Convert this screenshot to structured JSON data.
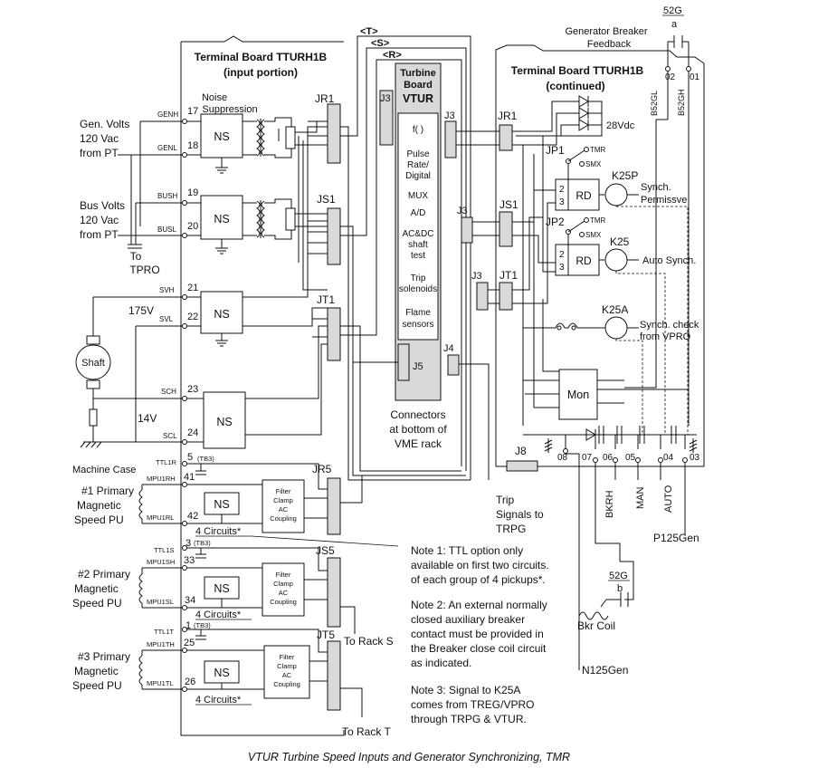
{
  "caption": "VTUR Turbine Speed Inputs and Generator Synchronizing, TMR",
  "boards": {
    "left_title_1": "Terminal Board TTURH1B",
    "left_title_2": "(input portion)",
    "right_title_1": "Terminal Board TTURH1B",
    "right_title_2": "(continued)",
    "vtur_1": "Turbine",
    "vtur_2": "Board",
    "vtur_3": "VTUR"
  },
  "racks": {
    "t": "<T>",
    "s": "<S>",
    "r": "<R>"
  },
  "vtur_functions": [
    "f( )",
    "Pulse",
    "Rate/",
    "Digital",
    "MUX",
    "A/D",
    "AC&DC",
    "shaft",
    "test",
    "Trip",
    "solenoids",
    "Flame",
    "sensors"
  ],
  "connectors": {
    "jr1": "JR1",
    "js1": "JS1",
    "jt1": "JT1",
    "jr5": "JR5",
    "js5": "JS5",
    "jt5": "JT5",
    "j3": "J3",
    "j4": "J4",
    "j5": "J5",
    "j8": "J8"
  },
  "ns_label": "NS",
  "noise_1": "Noise",
  "noise_2": "Suppression",
  "gen_volts": [
    "Gen. Volts",
    "120 Vac",
    "from PT"
  ],
  "bus_volts": [
    "Bus Volts",
    "120 Vac",
    "from PT"
  ],
  "to_tpro": [
    "To",
    "TPRO"
  ],
  "v175": "175V",
  "v14": "14V",
  "shaft": "Shaft",
  "machine_case": "Machine Case",
  "signals": {
    "genh": "GENH",
    "genl": "GENL",
    "bush": "BUSH",
    "busl": "BUSL",
    "svh": "SVH",
    "svl": "SVL",
    "sch": "SCH",
    "scl": "SCL",
    "ttl1r": "TTL1R",
    "mpu1rh": "MPU1RH",
    "mpu1rl": "MPU1RL",
    "ttl1s": "TTL1S",
    "mpu1sh": "MPU1SH",
    "mpu1sl": "MPU1SL",
    "ttl1t": "TTL1T",
    "mpu1th": "MPU1TH",
    "mpu1tl": "MPU1TL"
  },
  "terminals": {
    "t17": "17",
    "t18": "18",
    "t19": "19",
    "t20": "20",
    "t21": "21",
    "t22": "22",
    "t23": "23",
    "t24": "24",
    "t5": "5",
    "t41": "41",
    "t42": "42",
    "t3": "3",
    "t33": "33",
    "t34": "34",
    "t1": "1",
    "t25": "25",
    "t26": "26",
    "tb3": "(TB3)"
  },
  "pickups": {
    "p1": [
      "#1 Primary",
      "Magnetic",
      "Speed PU"
    ],
    "p2": [
      "#2 Primary",
      "Magnetic",
      "Speed PU"
    ],
    "p3": [
      "#3 Primary",
      "Magnetic",
      "Speed PU"
    ]
  },
  "filter": [
    "Filter",
    "Clamp",
    "AC",
    "Coupling"
  ],
  "four_circuits": "4 Circuits*",
  "connectors_note": [
    "Connectors",
    "at bottom of",
    "VME rack"
  ],
  "trip_signals": [
    "Trip",
    "Signals to",
    "TRPG"
  ],
  "to_rack_s": "To Rack S",
  "to_rack_t": "To Rack T",
  "notes": {
    "n1": [
      "Note 1: TTL option only",
      "available on first two circuits.",
      "of each group of 4 pickups*."
    ],
    "n2": [
      "Note 2: An external normally",
      "closed auxiliary breaker",
      "contact must be provided in",
      "the Breaker close coil circuit",
      "as indicated."
    ],
    "n3": [
      "Note 3: Signal to K25A",
      "comes from TREG/VPRO",
      "through TRPG & VTUR."
    ]
  },
  "right": {
    "breaker_52g": "52G",
    "breaker_a": "a",
    "breaker_feedback": [
      "Generator Breaker",
      "Feedback"
    ],
    "t02": "02",
    "t01": "01",
    "b52gl": "B52GL",
    "b52gh": "B52GH",
    "vdc28": "28Vdc",
    "jp1": "JP1",
    "jp2": "JP2",
    "tmr": "TMR",
    "smx": "SMX",
    "k25p": "K25P",
    "k25": "K25",
    "k25a": "K25A",
    "rd": "RD",
    "two": "2",
    "three": "3",
    "synch_perm": [
      "Synch.",
      "Permissve"
    ],
    "auto_synch": "Auto Synch.",
    "synch_check": [
      "Synch. check",
      "from VPRO"
    ],
    "mon": "Mon",
    "t08": "08",
    "t07": "07",
    "t06": "06",
    "t05": "05",
    "t04": "04",
    "t03": "03",
    "bkrh": "BKRH",
    "man": "MAN",
    "auto": "AUTO",
    "p125": "P125Gen",
    "n125": "N125Gen",
    "g52b_1": "52G",
    "g52b_2": "b",
    "bkr_coil": "Bkr Coil"
  }
}
